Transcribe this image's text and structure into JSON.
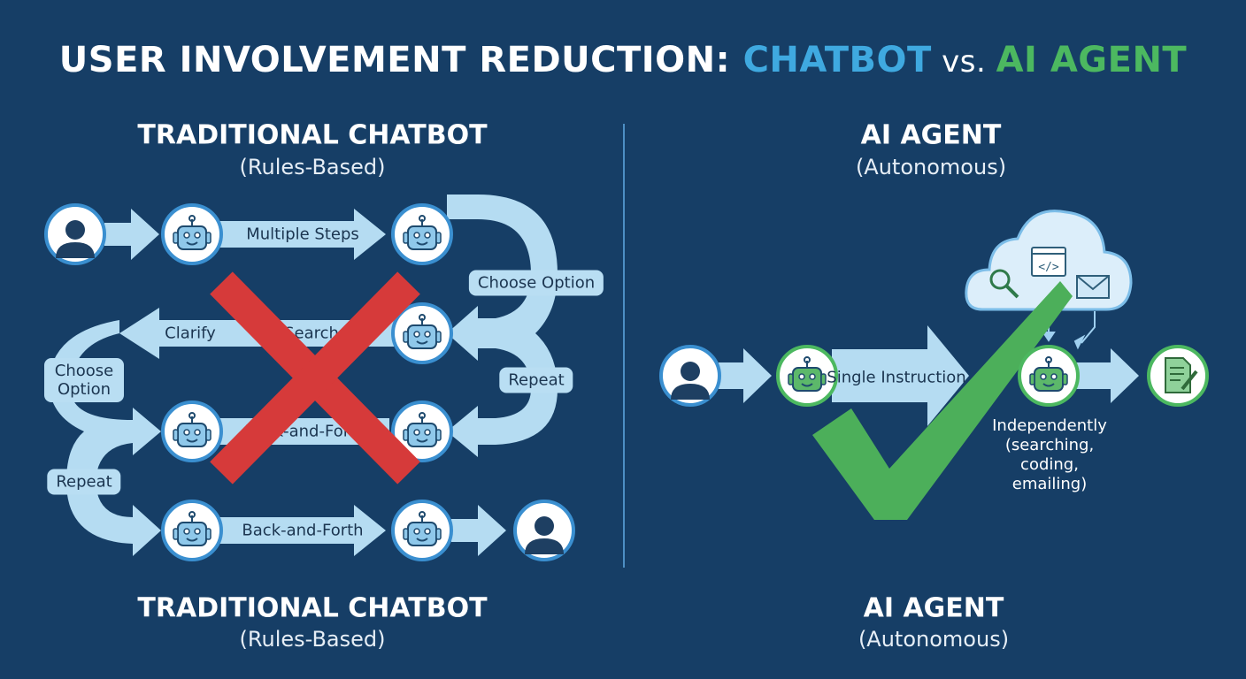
{
  "title": {
    "part1": "USER INVOLVEMENT REDUCTION: ",
    "chatbot": "CHATBOT",
    "vs": " vs. ",
    "agent": "AI AGENT"
  },
  "colors": {
    "background": "#163e66",
    "chatbot_accent": "#3fa9e0",
    "agent_accent": "#4cb860",
    "arrow": "#b5dcf2",
    "cross": "#d63a3a",
    "check": "#4caf5a"
  },
  "left": {
    "heading": "TRADITIONAL CHATBOT",
    "subheading": "(Rules-Based)",
    "labels": {
      "multiple_steps": "Multiple Steps",
      "choose_option_right": "Choose Option",
      "clarify": "Clarify",
      "search": "Search",
      "repeat_right": "Repeat",
      "choose_option_left": "Choose Option",
      "back_and_forth_mid": "Back-and-Forth",
      "repeat_left": "Repeat",
      "back_and_forth_bottom": "Back-and-Forth"
    },
    "footer_heading": "TRADITIONAL CHATBOT",
    "footer_subheading": "(Rules-Based)",
    "overlay_icon": "red-cross-icon"
  },
  "right": {
    "heading": "AI AGENT",
    "subheading": "(Autonomous)",
    "labels": {
      "single_instruction": "Single Instruction",
      "independently": "Independently",
      "tasks1": "(searching,",
      "tasks2": "coding,",
      "tasks3": "emailing)"
    },
    "cloud_icons": [
      "search-icon",
      "code-window-icon",
      "mail-icon"
    ],
    "footer_heading": "AI AGENT",
    "footer_subheading": "(Autonomous)",
    "overlay_icon": "green-check-icon"
  }
}
